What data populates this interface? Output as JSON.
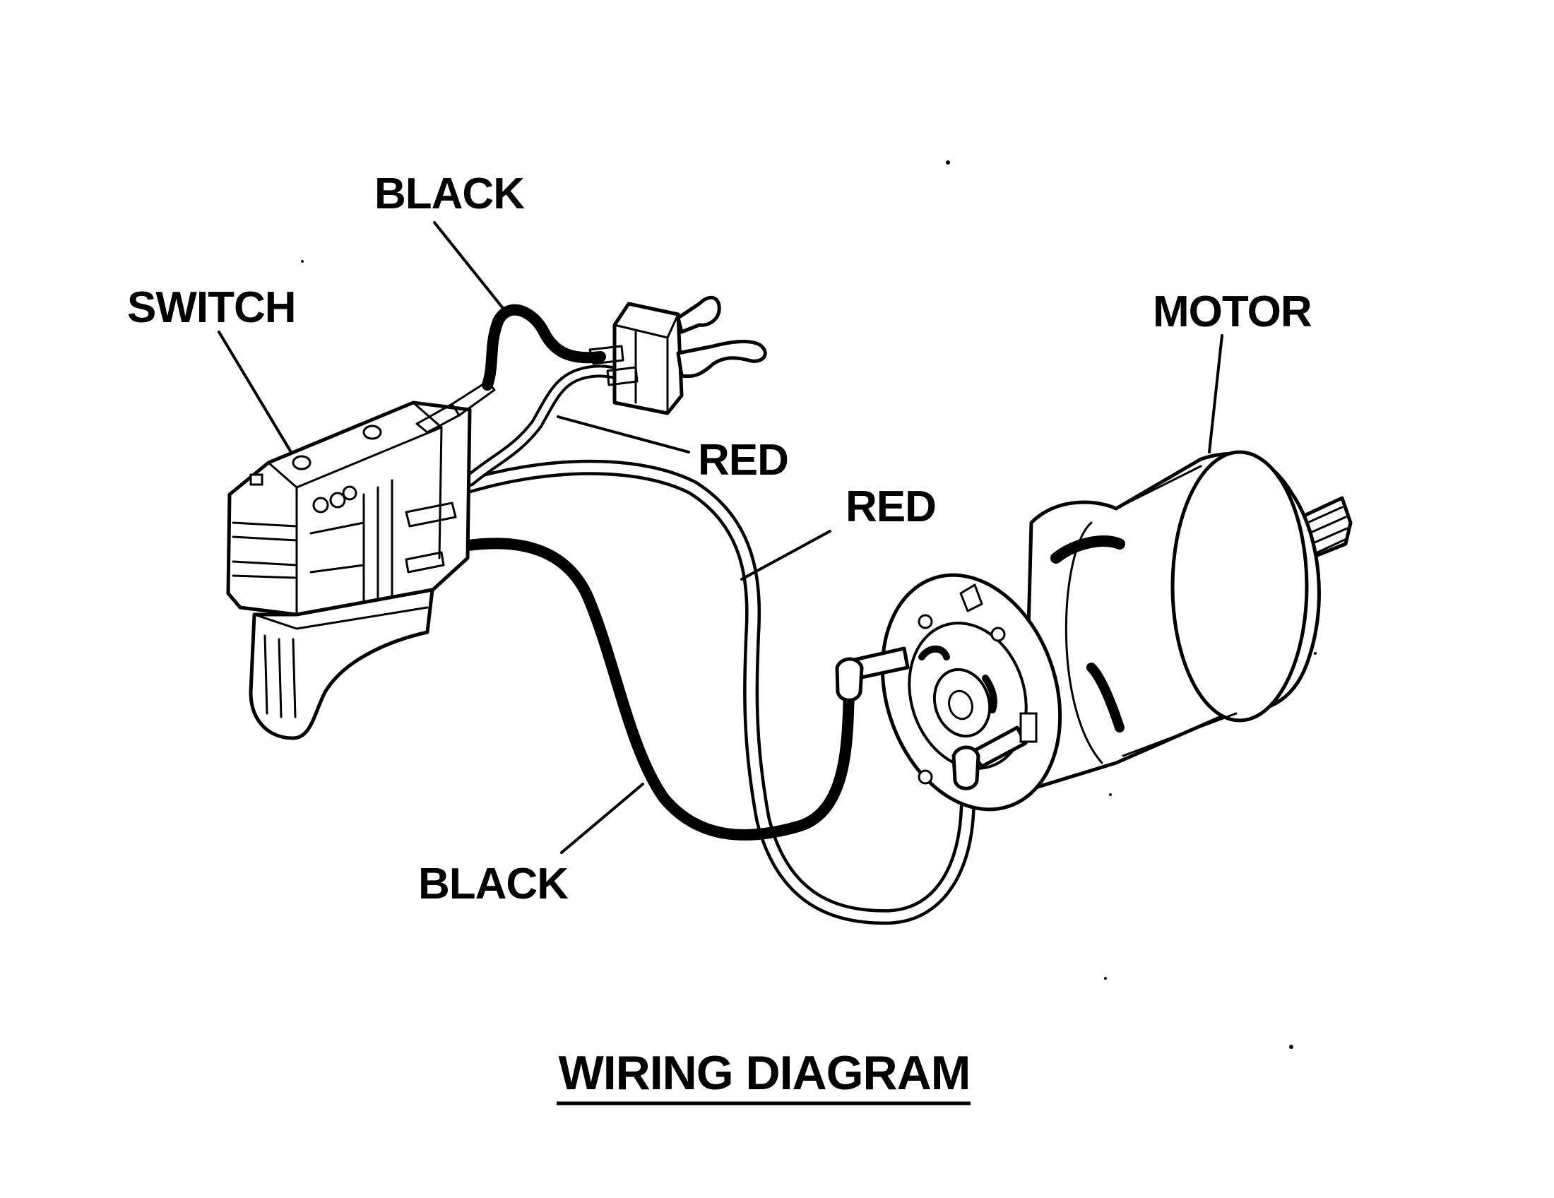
{
  "labels": {
    "switch": "SWITCH",
    "black_top": "BLACK",
    "red_top": "RED",
    "red_middle": "RED",
    "motor": "MOTOR",
    "black_bottom": "BLACK"
  },
  "title": "WIRING DIAGRAM",
  "colors": {
    "ink": "#000000",
    "background": "#ffffff"
  }
}
